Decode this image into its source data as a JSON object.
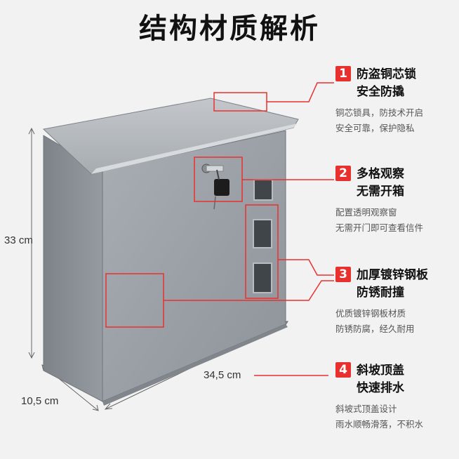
{
  "page": {
    "title": "结构材质解析",
    "accent_color": "#e8312f"
  },
  "callouts": [
    {
      "number": "1",
      "title1": "防盗铜芯锁",
      "title2": "安全防撬",
      "desc1": "铜芯锁具，防技术开启",
      "desc2": "安全可靠，保护隐私"
    },
    {
      "number": "2",
      "title1": "多格观察",
      "title2": "无需开箱",
      "desc1": "配置透明观察窗",
      "desc2": "无需开门即可查看信件"
    },
    {
      "number": "3",
      "title1": "加厚镀锌钢板",
      "title2": "防锈耐撞",
      "desc1": "优质镀锌钢板材质",
      "desc2": "防锈防腐，经久耐用"
    },
    {
      "number": "4",
      "title1": "斜坡顶盖",
      "title2": "快速排水",
      "desc1": "斜坡式顶盖设计",
      "desc2": "雨水顺畅滑落，不积水"
    }
  ],
  "dimensions": {
    "height": "33 cm",
    "width": "34,5 cm",
    "depth": "10,5 cm"
  }
}
